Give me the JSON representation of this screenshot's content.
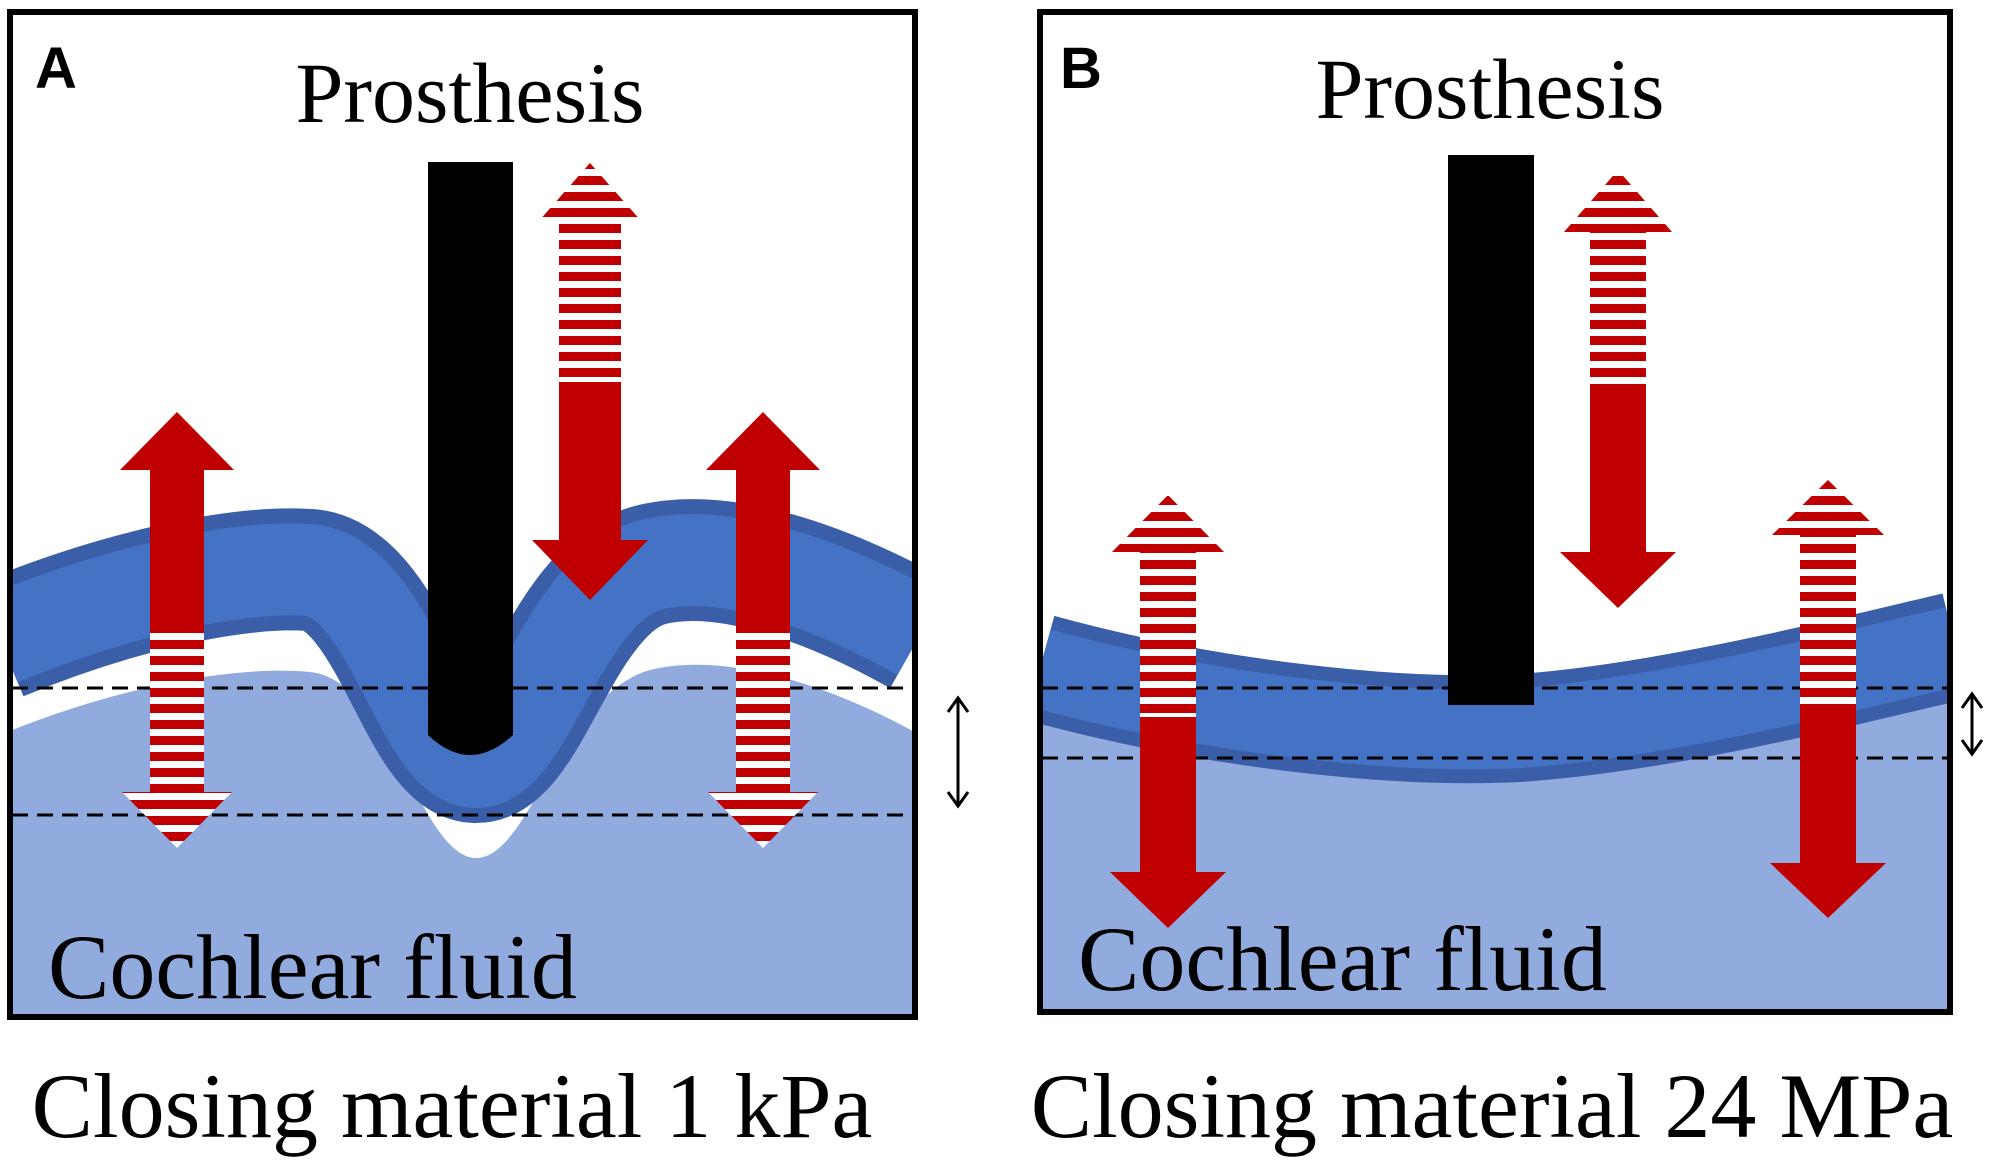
{
  "colors": {
    "fluid": "#91ABDF",
    "membrane": "#4472C4",
    "membrane_edge": "#3A5EA8",
    "prosthesis": "#000000",
    "arrow": "#C00000",
    "frame": "#000000"
  },
  "panels": [
    {
      "letter": "A",
      "title": "Prosthesis",
      "fluid_label": "Cochlear fluid",
      "caption": "Closing material 1 kPa",
      "deflection": "large"
    },
    {
      "letter": "B",
      "title": "Prosthesis",
      "fluid_label": "Cochlear fluid",
      "caption": "Closing material 24 MPa",
      "deflection": "small"
    }
  ],
  "icons": [
    "double-arrow-icon",
    "striped-arrow-icon",
    "solid-arrow-icon"
  ]
}
